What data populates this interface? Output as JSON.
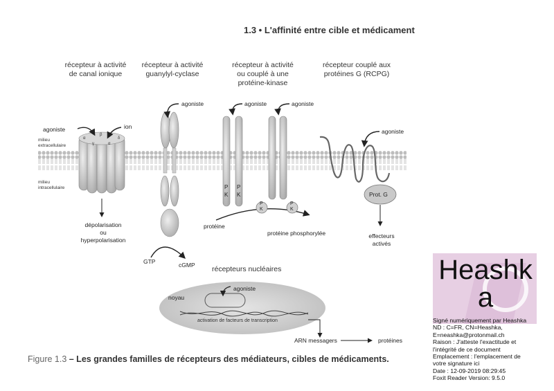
{
  "heading": "1.3 • L'affinité entre cible et médicament",
  "columns": {
    "ion_channel": [
      "récepteur à activité",
      "de canal ionique"
    ],
    "guanylyl": [
      "récepteur à activité",
      "guanylyl-cyclase"
    ],
    "kinase": [
      "récepteur à activité",
      "ou couplé à une",
      "protéine-kinase"
    ],
    "gpcr": [
      "récepteur couplé aux",
      "protéines G  (RCPG)"
    ]
  },
  "labels": {
    "agoniste": "agoniste",
    "ion": "ion",
    "milieu_extra": [
      "milieu",
      "extracellulaire"
    ],
    "milieu_intra": [
      "milieu",
      "intracellulaire"
    ],
    "depolarisation": [
      "dépolarisation",
      "ou",
      "hyperpolarisation"
    ],
    "gtp": "GTP",
    "cgmp": "cGMP",
    "proteine": "protéine",
    "proteine_phos": "protéine phosphorylée",
    "pk": "P",
    "k": "K",
    "prot_g": "Prot. G",
    "effecteurs": [
      "effecteurs",
      "activés"
    ],
    "nuclear_title": "récepteurs nucléaires",
    "noyau": "noyau",
    "transcription": "activation de facteurs de transcription",
    "arn": "ARN messagers",
    "proteines": "protéines",
    "subunits": [
      "α",
      "β",
      "α",
      "δ",
      "γ"
    ]
  },
  "caption": {
    "figure": "Figure 1.3",
    "text": " – Les grandes familles de récepteurs des médiateurs, cibles de médicaments."
  },
  "signature": {
    "logo_line1": "Heashk",
    "logo_line2": "a",
    "lines": [
      "Signé numériquement par Heashka",
      "ND : C=FR, CN=Heashka,",
      "E=neashka@protonmail.ch",
      "Raison : J'atteste l'exactitude et",
      "l'intégrité de ce document",
      "Emplacement : l'emplacement de",
      "votre signature ici",
      "Date : 12-09-2019 08:29:45",
      "Foxit Reader Version: 9.5.0"
    ]
  },
  "colors": {
    "membrane": "#b8b8b8",
    "protein": "#c9c9c9",
    "signature_bg": "#e7cfe3"
  }
}
